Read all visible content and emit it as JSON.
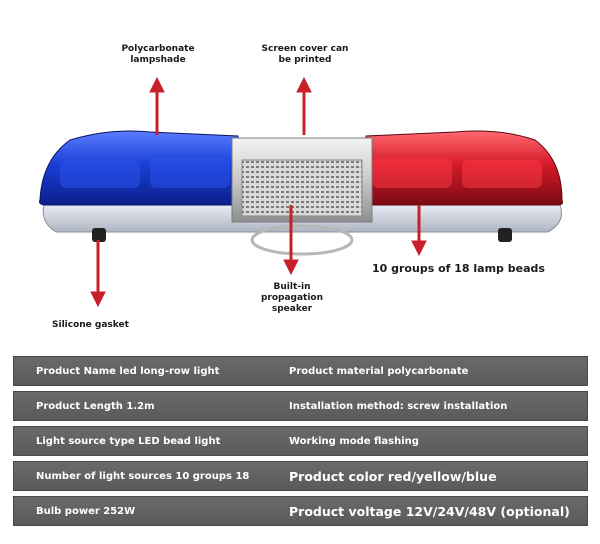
{
  "callouts": {
    "lampshade": "Polycarbonate lampshade",
    "screen_cover": "Screen cover can be printed",
    "speaker": "Built-in propagation speaker",
    "lamp_beads": "10 groups of 18 lamp beads",
    "gasket": "Silicone gasket"
  },
  "specs": [
    {
      "left": "Product Name led long-row light",
      "right": "Product material polycarbonate"
    },
    {
      "left": "Product Length 1.2m",
      "right": "Installation method: screw installation"
    },
    {
      "left": "Light source type LED bead light",
      "right": "Working mode flashing"
    },
    {
      "left": "Number of light sources 10 groups 18",
      "right": "Product color red/yellow/blue"
    },
    {
      "left": "Bulb power 252W",
      "right": "Product voltage 12V/24V/48V (optional)"
    }
  ],
  "colors": {
    "blue_lens": "#1a3fd6",
    "red_lens": "#d61a2a",
    "arrow": "#c8202a",
    "row_bg": "#5f5f5f"
  }
}
